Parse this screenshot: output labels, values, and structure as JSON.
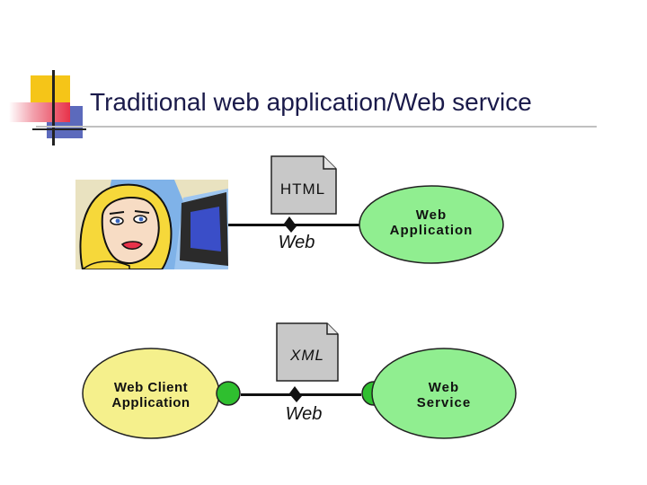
{
  "slide": {
    "title": "Traditional web application/Web service"
  },
  "top_flow": {
    "document_label": "HTML",
    "link_label": "Web",
    "server_line1": "Web",
    "server_line2": "Application"
  },
  "bottom_flow": {
    "document_label": "XML",
    "link_label": "Web",
    "client_line1": "Web Client",
    "client_line2": "Application",
    "server_line1": "Web",
    "server_line2": "Service"
  },
  "colors": {
    "server_fill": "#90ee90",
    "client_fill": "#f5f08c",
    "connector_fill": "#2fbf2f",
    "accent_yellow": "#f5c518",
    "accent_red": "#e8324a",
    "accent_blue": "#3a4ea8"
  }
}
